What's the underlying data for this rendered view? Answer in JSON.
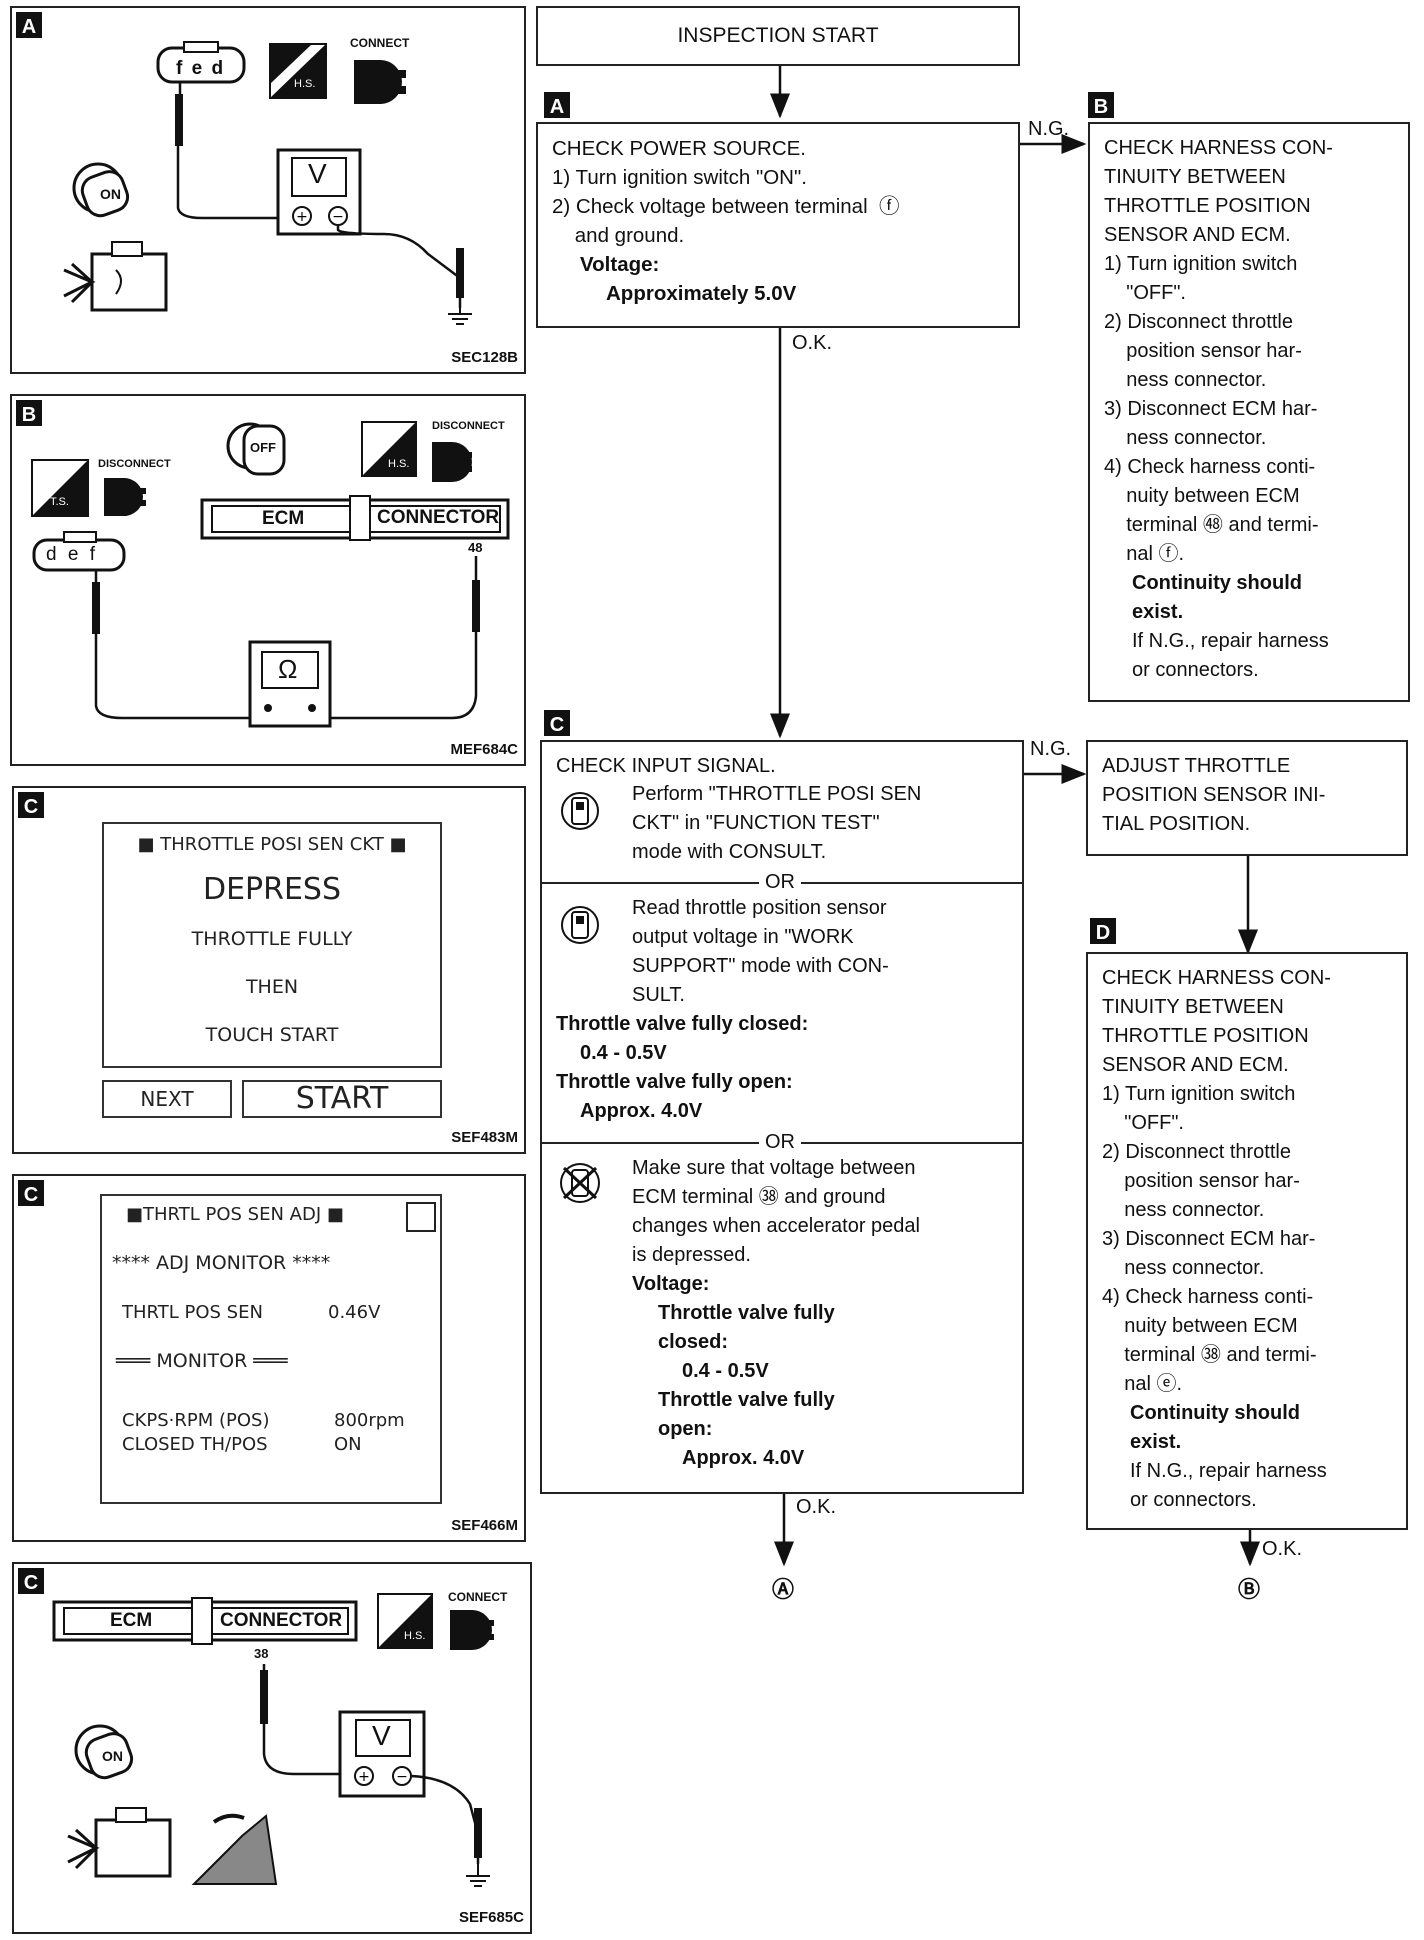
{
  "panels": {
    "a": {
      "badge": "A",
      "code": "SEC128B",
      "connect_label": "CONNECT",
      "hs_label": "H.S.",
      "pins": "f e d",
      "meter": "V",
      "ignition": "ON"
    },
    "b": {
      "badge": "B",
      "code": "MEF684C",
      "disconnect_label_1": "DISCONNECT",
      "disconnect_label_2": "DISCONNECT",
      "ts_label": "T.S.",
      "hs_label": "H.S.",
      "ignition": "OFF",
      "ecm_label": "ECM",
      "connector_label": "CONNECTOR",
      "terminal": "48",
      "pins": "d e f",
      "meter": "Ω"
    },
    "c1": {
      "badge": "C",
      "code": "SEF483M",
      "header": "THROTTLE POSI SEN CKT",
      "line1": "DEPRESS",
      "line2": "THROTTLE FULLY",
      "line3": "THEN",
      "line4": "TOUCH START",
      "next": "NEXT",
      "start": "START"
    },
    "c2": {
      "badge": "C",
      "code": "SEF466M",
      "header": "THRTL POS SEN ADJ",
      "adj_monitor": "**** ADJ MONITOR ****",
      "thrtl_label": "THRTL POS SEN",
      "thrtl_value": "0.46V",
      "monitor": "═══ MONITOR ═══",
      "ckps_label": "CKPS·RPM (POS)",
      "ckps_value": "800rpm",
      "closed_label": "CLOSED TH/POS",
      "closed_value": "ON"
    },
    "c3": {
      "badge": "C",
      "code": "SEF685C",
      "ecm_label": "ECM",
      "connector_label": "CONNECTOR",
      "terminal": "38",
      "connect_label": "CONNECT",
      "hs_label": "H.S.",
      "meter": "V",
      "ignition": "ON"
    }
  },
  "flow": {
    "start": "INSPECTION START",
    "ng_1": "N.G.",
    "ok_1": "O.K.",
    "ng_2": "N.G.",
    "ok_2": "O.K.",
    "ok_3": "O.K.",
    "end_a": "Ⓐ",
    "end_b": "Ⓑ",
    "box_a": {
      "badge": "A",
      "lines": [
        "CHECK POWER SOURCE.",
        "1) Turn ignition switch \"ON\".",
        "2) Check voltage between terminal  ⓕ",
        "    and ground."
      ],
      "bold1": "Voltage:",
      "bold2": "Approximately 5.0V"
    },
    "box_b": {
      "badge": "B",
      "lines": [
        "CHECK HARNESS CON-",
        "TINUITY BETWEEN",
        "THROTTLE POSITION",
        "SENSOR AND ECM.",
        "1) Turn ignition switch",
        "    \"OFF\".",
        "2) Disconnect throttle",
        "    position sensor har-",
        "    ness connector.",
        "3) Disconnect ECM har-",
        "    ness connector.",
        "4) Check harness conti-",
        "    nuity between ECM",
        "    terminal ㊽ and termi-",
        "    nal ⓕ."
      ],
      "bold1": "Continuity should",
      "bold2": "exist.",
      "tail1": "If N.G., repair harness",
      "tail2": "or connectors."
    },
    "box_c": {
      "badge": "C",
      "title": "CHECK INPUT SIGNAL.",
      "s1": [
        "Perform \"THROTTLE POSI SEN",
        "CKT\" in \"FUNCTION TEST\"",
        "mode with CONSULT."
      ],
      "or1": "OR",
      "s2": [
        "Read throttle position sensor",
        "output voltage in \"WORK",
        "SUPPORT\" mode with CON-",
        "SULT."
      ],
      "s2b1": "Throttle valve fully closed:",
      "s2b2": "0.4 - 0.5V",
      "s2b3": "Throttle valve fully open:",
      "s2b4": "Approx. 4.0V",
      "or2": "OR",
      "s3": [
        "Make sure that voltage between",
        "ECM terminal ㊳ and ground",
        "changes when accelerator pedal",
        "is depressed."
      ],
      "s3b1": "Voltage:",
      "s3b2": "Throttle valve fully",
      "s3b3": "closed:",
      "s3b4": "0.4 - 0.5V",
      "s3b5": "Throttle valve fully",
      "s3b6": "open:",
      "s3b7": "Approx. 4.0V"
    },
    "box_adj": {
      "lines": [
        "ADJUST THROTTLE",
        "POSITION SENSOR INI-",
        "TIAL POSITION."
      ]
    },
    "box_d": {
      "badge": "D",
      "lines": [
        "CHECK HARNESS CON-",
        "TINUITY BETWEEN",
        "THROTTLE POSITION",
        "SENSOR AND ECM.",
        "1) Turn ignition switch",
        "    \"OFF\".",
        "2) Disconnect throttle",
        "    position sensor har-",
        "    ness connector.",
        "3) Disconnect ECM har-",
        "    ness connector.",
        "4) Check harness conti-",
        "    nuity between ECM",
        "    terminal ㊳ and termi-",
        "    nal ⓔ."
      ],
      "bold1": "Continuity should",
      "bold2": "exist.",
      "tail1": "If N.G., repair harness",
      "tail2": "or connectors."
    }
  }
}
